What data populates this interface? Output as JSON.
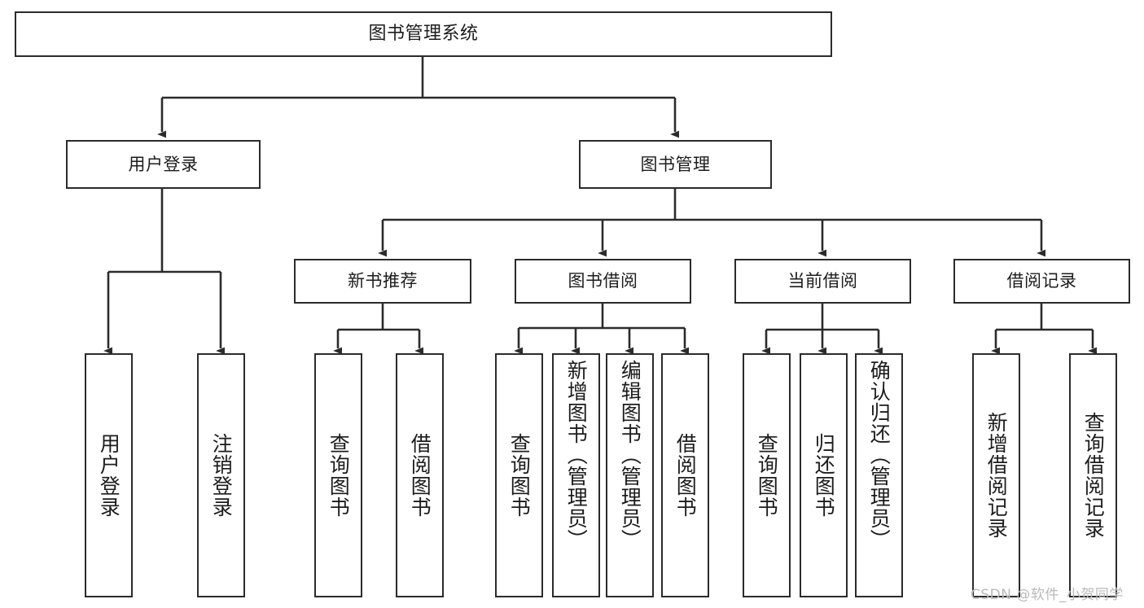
{
  "diagram": {
    "type": "tree",
    "title": "图书管理系统",
    "watermark": "CSDN @软件_小贺同学",
    "colors": {
      "border": "#2b2b2b",
      "background": "#ffffff",
      "text": "#1c1c1c",
      "watermark": "#b9b9b9"
    },
    "nodes": {
      "root": "图书管理系统",
      "level1": {
        "user_login": "用户登录",
        "book_manage": "图书管理"
      },
      "level2": {
        "new_book_recommend": "新书推荐",
        "book_borrow": "图书借阅",
        "current_borrow": "当前借阅",
        "borrow_record": "借阅记录"
      },
      "leaves": {
        "user_login_1": "用户登录",
        "user_login_2": "注销登录",
        "recommend_1": "查询图书",
        "recommend_2": "借阅图书",
        "borrow_1": "查询图书",
        "borrow_2": "新增图书（管理员）",
        "borrow_3": "编辑图书（管理员）",
        "borrow_4": "借阅图书",
        "current_1": "查询图书",
        "current_2": "归还图书",
        "current_3": "确认归还（管理员）",
        "record_1": "新增借阅记录",
        "record_2": "查询借阅记录"
      }
    }
  }
}
